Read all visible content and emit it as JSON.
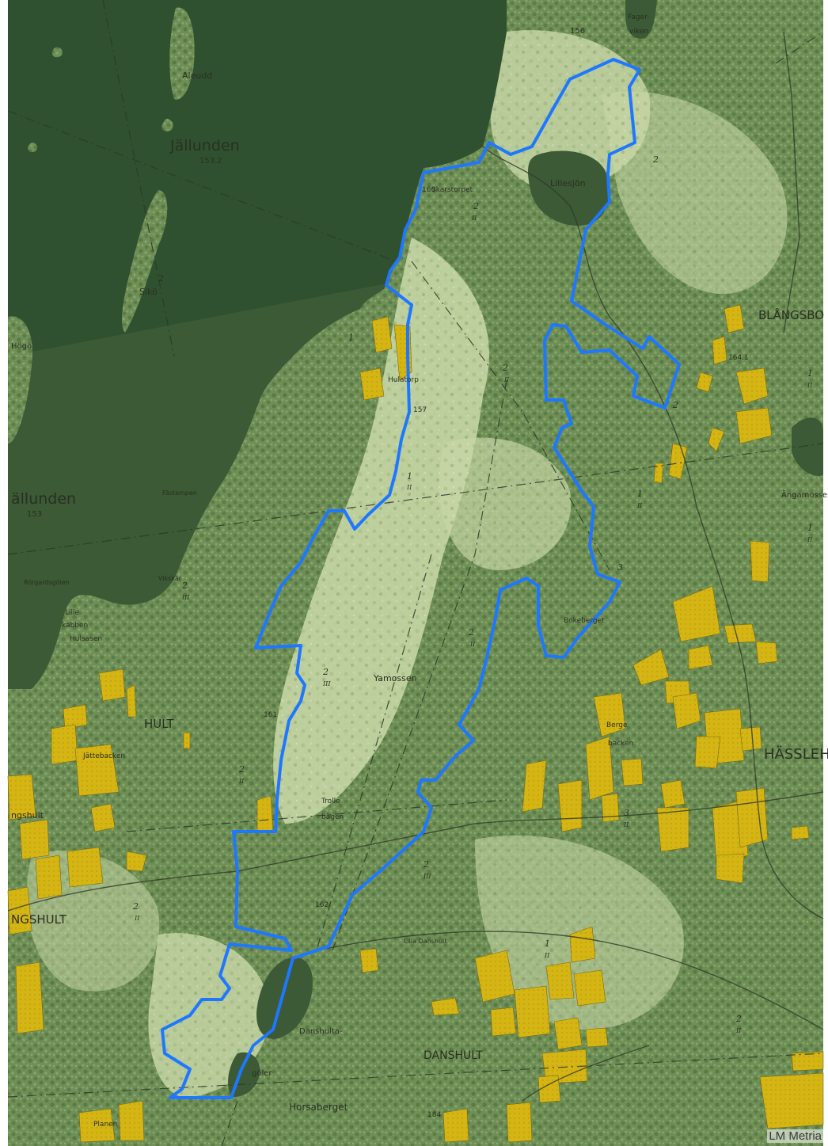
{
  "map": {
    "labels": {
      "jallunden": "Jällunden",
      "jallunden_elev": "153.2",
      "jallunden_west": "ällunden",
      "jallunden_west_elev": "153",
      "aleudd": "Aleudd",
      "siko": "Sikö",
      "hogo": "Högö",
      "lillesjon": "Lillesjön",
      "fagervik": "Fager-",
      "fagervik2": "viken",
      "elev_156": "156",
      "skarstorpet": "Skarstorpet",
      "elev_160": "160",
      "hulatorp": "Hulatorp",
      "elev_157": "157",
      "blangsbo": "BLÅNGSBO",
      "elev_164": "164.1",
      "angamossen": "Ängamosse",
      "yamossen": "Yamossen",
      "hult": "HULT",
      "jattebacken": "Jättebacken",
      "ngshult_upper": "ngshult",
      "ngshult_lower": "NGSHULT",
      "hassleh": "HÄSSLEH",
      "berget": "Berge",
      "backen": "backen",
      "bokeberget": "Bokeberget",
      "trollebagen1": "Trolle",
      "trollebagen2": "bågen",
      "elev_162": "162",
      "elev_161": "161",
      "lilla_danshult": "Lilla Danshult",
      "danshult": "DANSHULT",
      "danshulta": "Danshulta-",
      "golen": "göler",
      "horsaberget": "Horsaberget",
      "planen": "Planen",
      "elev_184": "184",
      "fastampen": "Fästampen",
      "rorgardsgoln": "Rörgardsgölen",
      "lilla_kabben": "Lille",
      "kabben2": "kabben",
      "hulsasen": "Hulsasen",
      "vikskar": "Vikskär",
      "klass_1": "1",
      "klass_2": "2",
      "klass_3": "3",
      "klass_II": "II",
      "klass_III": "III"
    },
    "boundary_color": "#1e78ff",
    "water_color": "#3b5a35",
    "field_color": "#d4b514",
    "forest_color": "#6e8f55"
  },
  "credit": "LM Metria"
}
